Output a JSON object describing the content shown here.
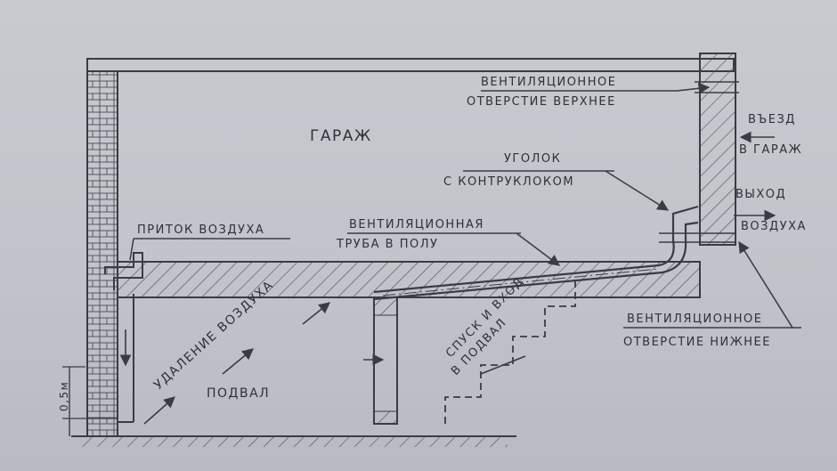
{
  "labels": {
    "garage": "ГАРАЖ",
    "vent_upper_1": "ВЕНТИЛЯЦИОННОЕ",
    "vent_upper_2": "ОТВЕРСТИЕ ВЕРХНЕЕ",
    "entry_1": "ВЪЕЗД",
    "entry_2": "В ГАРАЖ",
    "angle_1": "УГОЛОК",
    "angle_2": "С КОНТРУКЛОКОМ",
    "exit_1": "ВЫХОД",
    "exit_2": "ВОЗДУХА",
    "air_in": "ПРИТОК ВОЗДУХА",
    "pipe_1": "ВЕНТИЛЯЦИОННАЯ",
    "pipe_2": "ТРУБА В ПОЛУ",
    "air_out": "УДАЛЕНИЕ ВОЗДУХА",
    "descent_1": "СПУСК И ВХОД",
    "descent_2": "В ПОДВАЛ",
    "vent_lower_1": "ВЕНТИЛЯЦИОННОЕ",
    "vent_lower_2": "ОТВЕРСТИЕ НИЖНЕЕ",
    "basement": "ПОДВАЛ",
    "height_mark": "0,5м"
  },
  "colors": {
    "ink": "#3a3b44",
    "paper": "#c6c7ce",
    "background": "#8f8f96"
  }
}
